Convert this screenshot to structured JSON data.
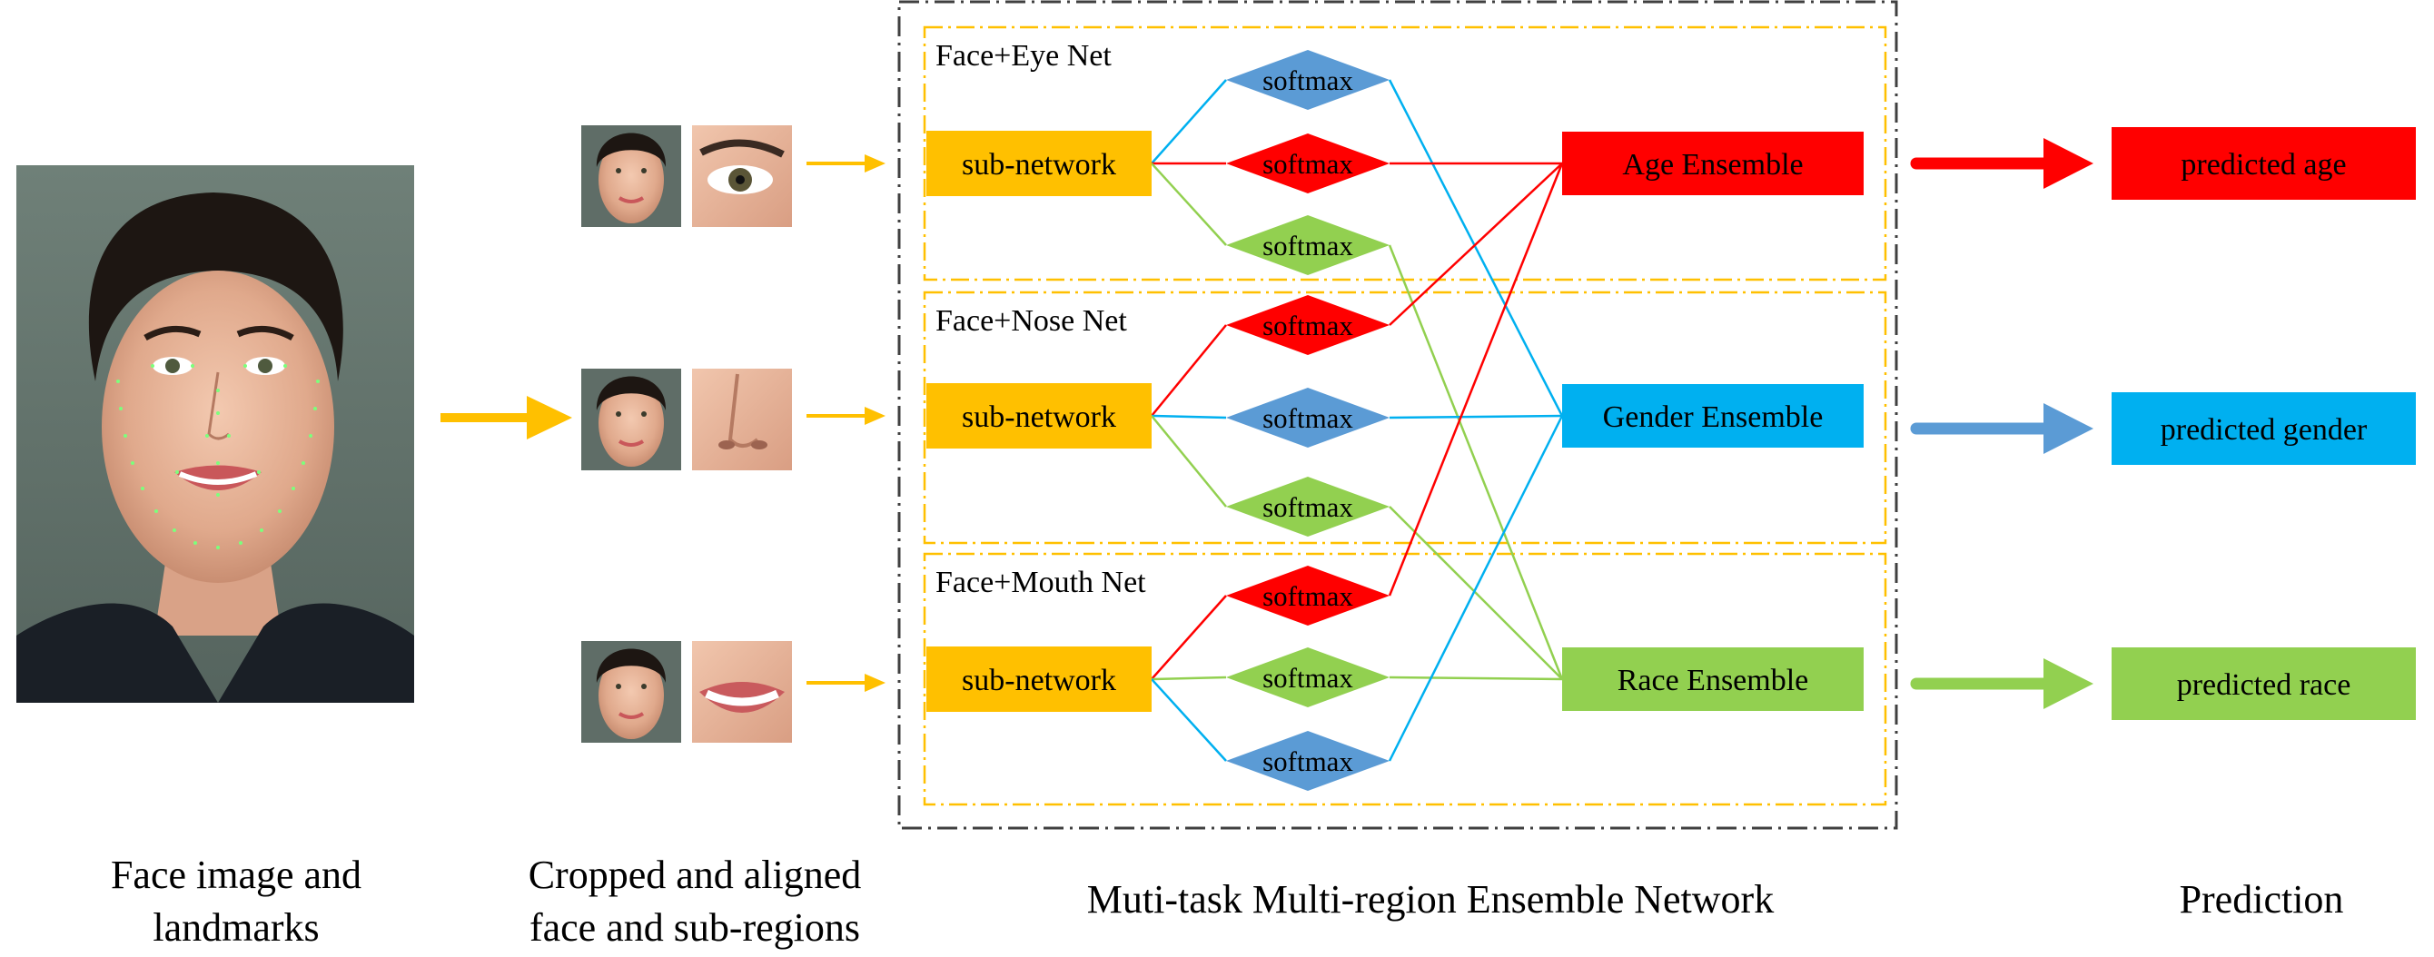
{
  "captions": {
    "input": [
      "Face image and",
      "landmarks"
    ],
    "crops": [
      "Cropped and aligned",
      "face and sub-regions"
    ],
    "network": "Muti-task Multi-region Ensemble Network",
    "prediction": "Prediction"
  },
  "nets": [
    {
      "title": "Face+Eye Net",
      "subnetwork": "sub-network",
      "region": "eye",
      "softmax": [
        "softmax",
        "softmax",
        "softmax"
      ]
    },
    {
      "title": "Face+Nose Net",
      "subnetwork": "sub-network",
      "region": "nose",
      "softmax": [
        "softmax",
        "softmax",
        "softmax"
      ]
    },
    {
      "title": "Face+Mouth Net",
      "subnetwork": "sub-network",
      "region": "mouth",
      "softmax": [
        "softmax",
        "softmax",
        "softmax"
      ]
    }
  ],
  "ensembles": [
    {
      "label": "Age Ensemble",
      "task": "age",
      "color": "#ff0000"
    },
    {
      "label": "Gender Ensemble",
      "task": "gender",
      "color": "#00b0f0"
    },
    {
      "label": "Race Ensemble",
      "task": "race",
      "color": "#92d050"
    }
  ],
  "predictions": [
    {
      "label": "predicted age",
      "color": "#ff0000",
      "arrow_color": "#ff0000"
    },
    {
      "label": "predicted gender",
      "color": "#00b0f0",
      "arrow_color": "#5b9bd5"
    },
    {
      "label": "predicted race",
      "color": "#92d050",
      "arrow_color": "#92d050"
    }
  ],
  "softmax_colors": {
    "age": "#ff0000",
    "gender": "#5b9bd5",
    "race": "#92d050"
  },
  "colors": {
    "subnetwork": "#ffc000",
    "input_arrow": "#ffc000",
    "net_border": "#ffc000",
    "outer_border": "#404040",
    "text": "#000000"
  }
}
